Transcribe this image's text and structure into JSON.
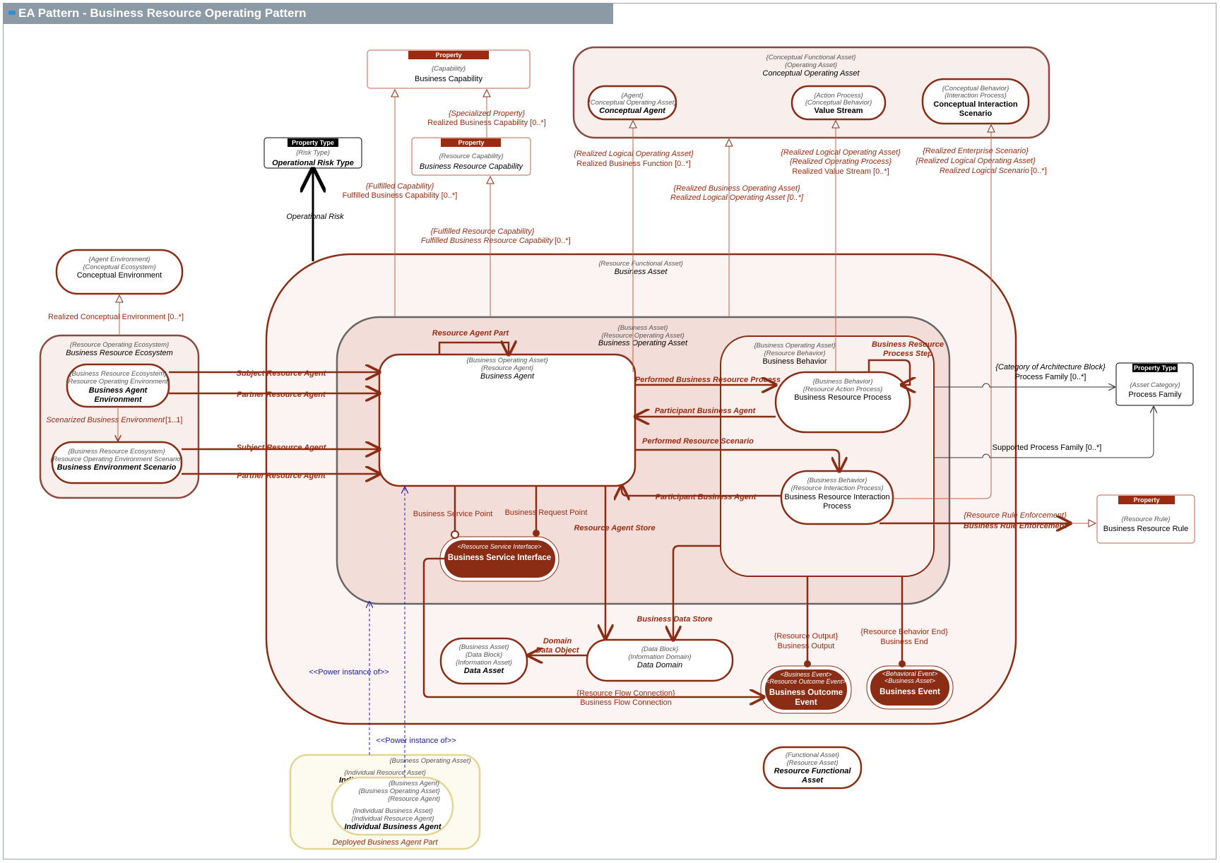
{
  "title": "EA Pattern - Business Resource Operating Pattern",
  "colors": {
    "accent": "#8b2c14",
    "fill_light": "#f8eeec",
    "fill_mid": "#f3ddd8",
    "deployed": "#fdfbef",
    "deployed_border": "#e5d594"
  },
  "nodes": {
    "business_capability": {
      "header": "Property",
      "stereo": "{Capability}",
      "name": "Business Capability"
    },
    "business_resource_capability": {
      "header": "Property",
      "stereo": "{Resource Capability}",
      "name": "Business Resource Capability"
    },
    "operational_risk_type": {
      "header": "Property Type",
      "stereo": "{Risk Type}",
      "name": "Operational Risk Type"
    },
    "conceptual_operating_asset": {
      "stereo1": "{Conceptual Functional Asset}",
      "stereo2": "{Operating Asset}",
      "name": "Conceptual Operating Asset"
    },
    "conceptual_agent": {
      "stereo1": "{Agent}",
      "stereo2": "{Conceptual Operating Asset}",
      "name": "Conceptual Agent"
    },
    "value_stream": {
      "stereo1": "{Action Process}",
      "stereo2": "{Conceptual Behavior}",
      "name": "Value Stream"
    },
    "conceptual_interaction_scenario": {
      "stereo1": "{Conceptual Behavior}",
      "stereo2": "{Interaction Process}",
      "name1": "Conceptual Interaction",
      "name2": "Scenario"
    },
    "conceptual_environment": {
      "stereo1": "{Agent Environment}",
      "stereo2": "{Conceptual Ecosystem}",
      "name": "Conceptual Environment"
    },
    "business_resource_ecosystem": {
      "stereo": "{Resource Operating Ecosystem}",
      "name": "Business Resource Ecosystem"
    },
    "business_agent_environment": {
      "stereo1": "{Business Resource Ecosystem}",
      "stereo2": "{Resource Operating Environment}",
      "name1": "Business Agent",
      "name2": "Environment"
    },
    "business_environment_scenario": {
      "stereo1": "{Business Resource Ecosystem}",
      "stereo2": "{Resource Operating Environment Scenario}",
      "name": "Business Environment Scenario"
    },
    "business_asset": {
      "stereo": "{Resource Functional Asset}",
      "name": "Business Asset"
    },
    "business_operating_asset": {
      "stereo1": "{Business Asset}",
      "stereo2": "{Resource Operating Asset}",
      "name": "Business Operating Asset"
    },
    "business_agent": {
      "stereo1": "{Business Operating Asset}",
      "stereo2": "{Resource Agent}",
      "name": "Business Agent"
    },
    "business_behavior": {
      "stereo1": "{Business Operating Asset}",
      "stereo2": "{Resource Behavior}",
      "name": "Business Behavior"
    },
    "business_resource_process": {
      "stereo1": "{Business Behavior}",
      "stereo2": "{Resource Action Process}",
      "name": "Business Resource Process"
    },
    "business_resource_interaction_process": {
      "stereo1": "{Business Behavior}",
      "stereo2": "{Resource Interaction Process}",
      "name1": "Business Resource Interaction",
      "name2": "Process"
    },
    "business_service_interface": {
      "stereo": "<Resource Service Interface>",
      "name": "Business Service Interface"
    },
    "data_asset": {
      "stereo1": "{Business Asset}",
      "stereo2": "{Data Block}",
      "stereo3": "{Information Asset}",
      "name": "Data Asset"
    },
    "data_domain": {
      "stereo1": "{Data Block}",
      "stereo2": "{Information Domain}",
      "name": "Data Domain"
    },
    "business_outcome_event": {
      "stereo1": "<Business Event>",
      "stereo2": "<Resource Outcome Event>",
      "name1": "Business Outcome",
      "name2": "Event"
    },
    "business_event": {
      "stereo1": "<Behavioral Event>",
      "stereo2": "<Business Asset>",
      "name": "Business Event"
    },
    "process_family": {
      "header": "Property Type",
      "stereo": "{Asset Category}",
      "name": "Process Family"
    },
    "business_resource_rule": {
      "header": "Property",
      "stereo": "{Resource Rule}",
      "name": "Business Resource Rule"
    },
    "resource_functional_asset": {
      "stereo1": "{Functional Asset}",
      "stereo2": "{Resource Asset}",
      "name1": "Resource Functional",
      "name2": "Asset"
    },
    "deployed": {
      "stereo_outer1": "{Business Operating Asset}",
      "stereo_outer2": "{Individual Resource Asset}",
      "partial_name": "Indi",
      "stereo1": "{Business Agent}",
      "stereo2": "{Business Operating Asset}",
      "stereo3": "{Resource Agent}",
      "stereo4": "{Individual Business Asset}",
      "stereo5": "{Individual Resource Agent}",
      "name": "Individual Business Agent",
      "part_label": "Deployed Business Agent Part"
    }
  },
  "edges": {
    "specialized_property1": "{Specialized Property}",
    "specialized_property2": "Realized Business Capability [0..*]",
    "fulfilled_capability1": "{Fulfilled Capability}",
    "fulfilled_capability2": "Fulfilled Business Capability [0..*]",
    "fulfilled_resource_capability1": "{Fulfilled Resource Capability}",
    "fulfilled_resource_capability2": "Fulfilled Business Resource Capability",
    "mult_0_star": "[0..*]",
    "operational_risk": "Operational Risk",
    "realized_logical_operating_asset1": "{Realized Logical Operating Asset}",
    "realized_business_function": "Realized Business Function [0..*]",
    "realized_business_operating_asset1": "{Realized Business Operating Asset}",
    "realized_logical_operating_asset2": "Realized Logical Operating Asset [0..*]",
    "realized_value_stream1": "{Realized Logical Operating Asset}",
    "realized_value_stream2": "{Realized Operating Process}",
    "realized_value_stream3": "Realized Value Stream [0..*]",
    "realized_enterprise_scenario1": "{Realized Enterprise Scenario}",
    "realized_enterprise_scenario2": "{Realized Logical Operating Asset}",
    "realized_enterprise_scenario3": "Realized Logical Scenario",
    "realized_conceptual_environment": "Realized Conceptual Environment [0..*]",
    "scenarized_business_environment": "Scenarized Business Environment",
    "mult_1_1": "[1..1]",
    "subject_resource_agent": "Subject Resource Agent",
    "partner_resource_agent": "Partner Resource Agent",
    "resource_agent_part": "Resource Agent Part",
    "performed_business_resource_process": "Performed Business Resource Process",
    "participant_business_agent": "Participant Business Agent",
    "performed_resource_scenario": "Performed Resource Scenario",
    "business_resource_process_step1": "Business Resource",
    "business_resource_process_step2": "Process Step",
    "category_arch_block": "{Category of Architecture Block}",
    "process_family_mult": "Process Family [0..*]",
    "supported_process_family": "Supported Process Family [0..*]",
    "resource_rule_enforcement": "{Resource Rule Enforcement}",
    "business_rule_enforcement": "Business Rule Enforcement",
    "business_service_point": "Business Service Point",
    "business_request_point": "Business Request Point",
    "resource_agent_store": "Resource Agent Store",
    "business_data_store": "Business Data Store",
    "domain_data_object1": "Domain",
    "domain_data_object2": "Data Object",
    "resource_output1": "{Resource Output}",
    "resource_output2": "Business Output",
    "resource_behavior_end1": "{Resource Behavior End}",
    "resource_behavior_end2": "Business End",
    "resource_flow_connection1": "{Resource Flow Connection}",
    "resource_flow_connection2": "Business Flow Connection",
    "power_instance": "<<Power instance of>>"
  }
}
